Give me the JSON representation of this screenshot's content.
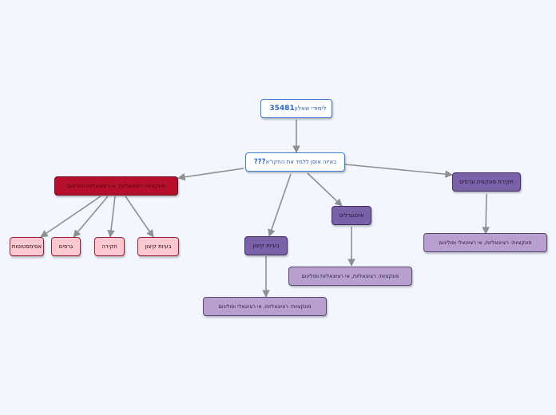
{
  "map": {
    "root": {
      "code": "35481",
      "title": "לימודי שאלון"
    },
    "question": {
      "text": "באיזה אופן ללמד את החקו\"א",
      "marks": "???"
    },
    "functions_main": "פונקציות: רציונאליות, אי רציונאליות ופולינום",
    "sub_asymptote": "אסימפטוטות",
    "sub_graphs": "גרפים",
    "sub_investigation": "חקירה",
    "sub_extremum": "בעיות קיצון",
    "integrals": "אינטגרלים",
    "integrals_detail": "פונקציות: רציונאליות, אי רציונאליות ופולינום",
    "extremum_problems": "בעיות קיצון",
    "extremum_detail": "פונקציות: רציונאליות, אי רציונאלי ופולינום",
    "derivative_investigation": "חקירת פונקציה וגרפים",
    "derivative_detail": "פונקציות: רציונאליות, אי רציונאלי ופולינום"
  },
  "colors": {
    "background": "#f3f6fe",
    "root_border": "#3a7bd0",
    "crimson": "#b50f2c",
    "pink": "#fdc9d0",
    "purple": "#7b61a8",
    "lavender": "#b7a0cf",
    "connector": "#8f8f8f"
  }
}
